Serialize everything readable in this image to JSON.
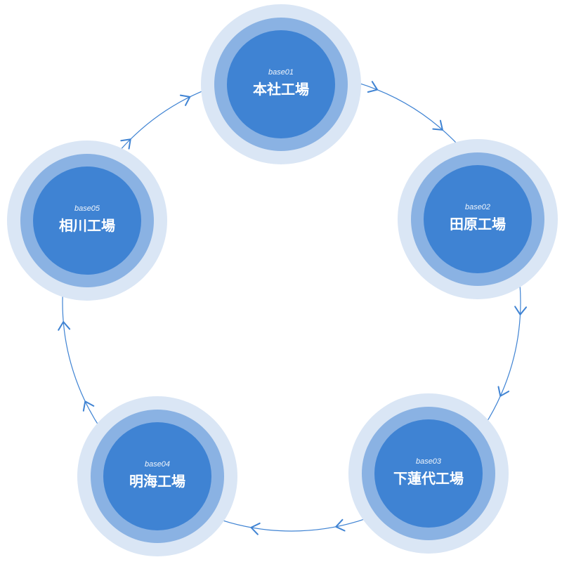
{
  "diagram": {
    "type": "cycle",
    "direction": "clockwise",
    "colors": {
      "ring_outer": "#dae6f5",
      "ring_middle": "#8ab2e3",
      "core": "#3f83d3",
      "connector": "#3f83d3",
      "text": "#ffffff"
    },
    "nodes": [
      {
        "code": "base01",
        "name": "本社工場"
      },
      {
        "code": "base02",
        "name": "田原工場"
      },
      {
        "code": "base03",
        "name": "下蓮代工場"
      },
      {
        "code": "base04",
        "name": "明海工場"
      },
      {
        "code": "base05",
        "name": "相川工場"
      }
    ],
    "edges": [
      {
        "from": "base01",
        "to": "base02"
      },
      {
        "from": "base02",
        "to": "base03"
      },
      {
        "from": "base03",
        "to": "base04"
      },
      {
        "from": "base04",
        "to": "base05"
      },
      {
        "from": "base05",
        "to": "base01"
      }
    ]
  }
}
